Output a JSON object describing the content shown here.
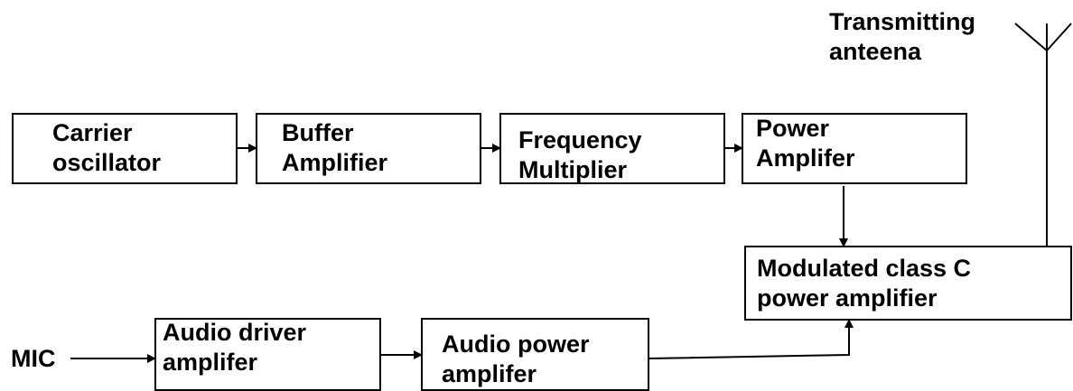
{
  "colors": {
    "stroke": "#000000",
    "background": "#ffffff",
    "text": "#000000"
  },
  "blocks": {
    "carrier_oscillator": {
      "line1": "Carrier",
      "line2": "oscillator"
    },
    "buffer_amplifier": {
      "line1": "Buffer",
      "line2": "Amplifier"
    },
    "frequency_multiplier": {
      "line1": "Frequency",
      "line2": "Multiplier"
    },
    "power_amplifier": {
      "line1": "Power",
      "line2": "Amplifer"
    },
    "modulated_amplifier": {
      "line1": "Modulated class C",
      "line2": "power amplifier"
    },
    "audio_driver": {
      "line1": "Audio driver",
      "line2": "amplifer"
    },
    "audio_power": {
      "line1": "Audio power",
      "line2": "amplifer"
    }
  },
  "labels": {
    "mic": "MIC",
    "antenna_line1": "Transmitting",
    "antenna_line2": "anteena"
  },
  "icons": {
    "antenna": "antenna-icon"
  }
}
